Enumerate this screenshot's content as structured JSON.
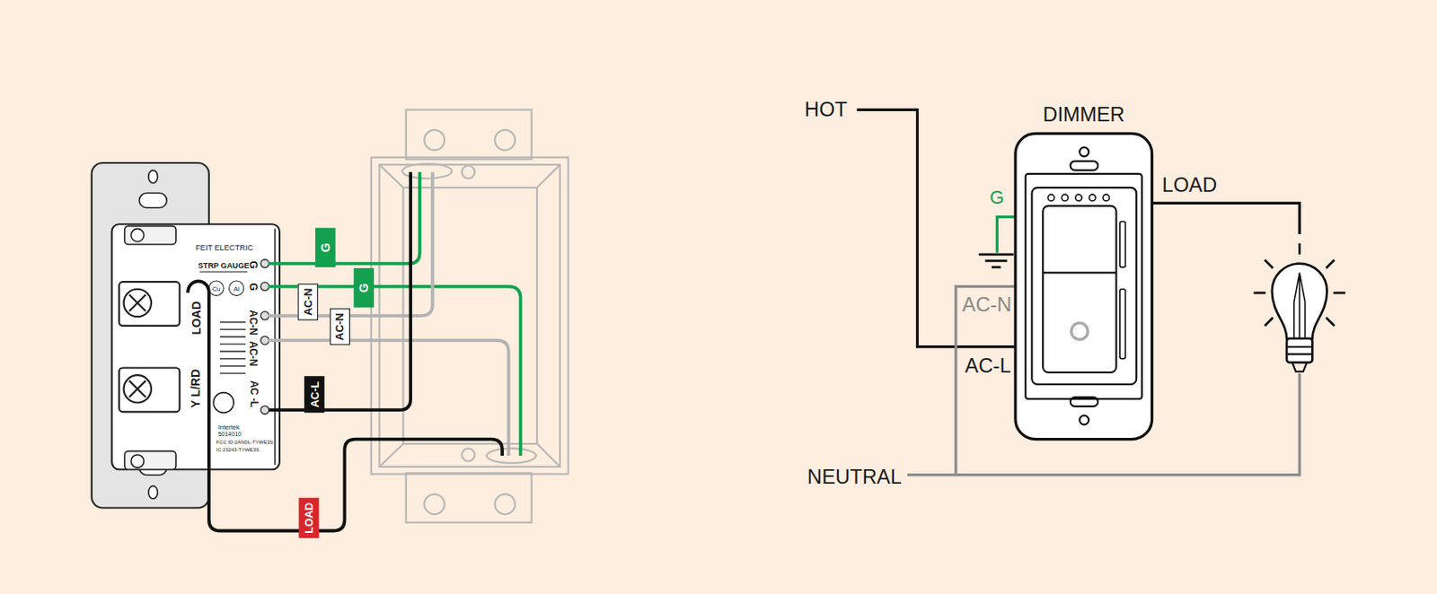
{
  "diagram": {
    "nodes": [
      {
        "text": [
          "FEIT ELECTRIC",
          "STRP GAUGE",
          "Cu",
          "Al",
          "G",
          "G",
          "AC-N",
          "AC-N",
          "AC -L",
          "LOAD",
          "Y L/RD",
          "Intertek",
          "5014010",
          "FCC ID:2ANDL-TYWE3S",
          "IC:23243-TYWE3S"
        ]
      },
      {
        "text": [
          "G"
        ]
      },
      {
        "text": [
          "G"
        ]
      },
      {
        "text": [
          "AC-N"
        ]
      },
      {
        "text": [
          "AC-N"
        ]
      },
      {
        "text": [
          "AC-L"
        ]
      },
      {
        "text": [
          "LOAD"
        ]
      },
      {
        "text": [
          "DIMMER"
        ]
      }
    ],
    "labels": [
      "HOT",
      "LOAD",
      "G",
      "AC-N",
      "AC-L",
      "NEUTRAL"
    ]
  }
}
